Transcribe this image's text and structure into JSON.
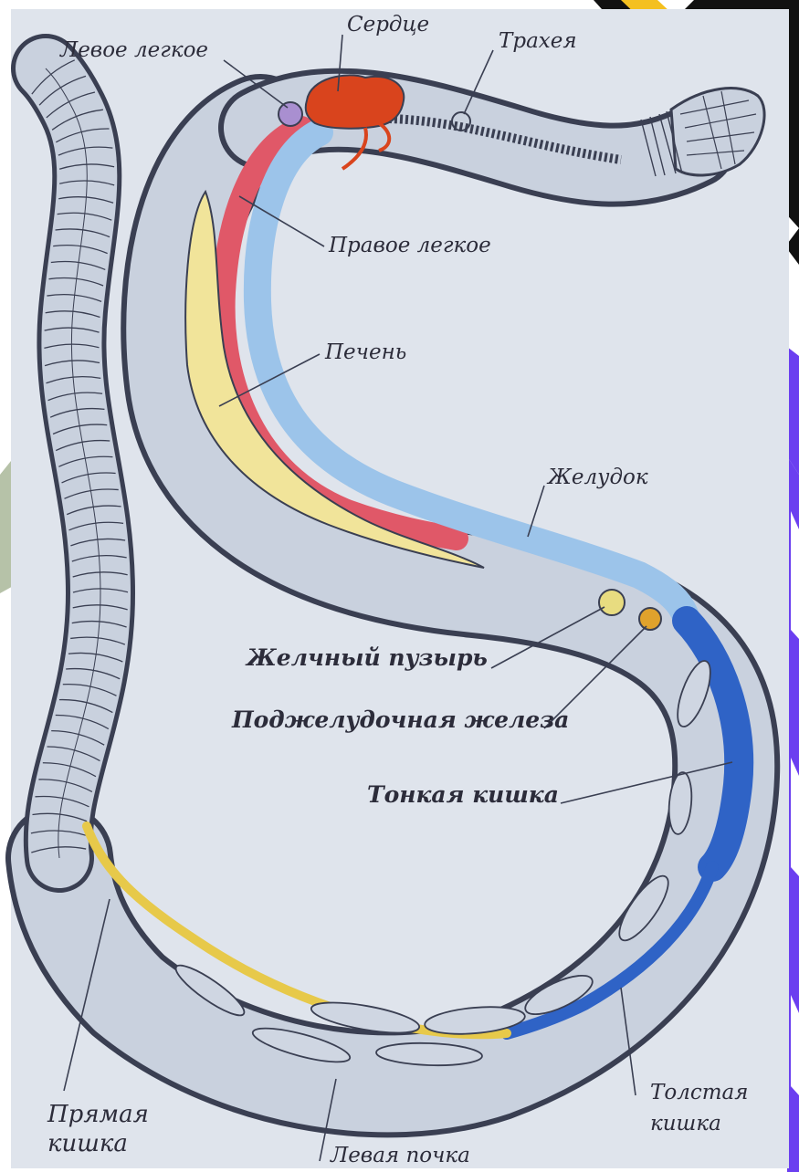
{
  "diagram": {
    "labels": {
      "left_lung": "Левое легкое",
      "heart": "Сердце",
      "trachea": "Трахея",
      "right_lung": "Правое легкое",
      "liver": "Печень",
      "stomach": "Желудок",
      "gallbladder": "Желчный пузырь",
      "pancreas": "Поджелудочная железа",
      "small_intestine": "Тонкая кишка",
      "rectum_line1": "Прямая",
      "rectum_line2": "кишка",
      "left_kidney": "Левая почка",
      "large_intestine_line1": "Толстая",
      "large_intestine_line2": "кишка"
    },
    "colors": {
      "paper": "#dfe4ec",
      "body": "#c9d1de",
      "outline": "#3a3f52",
      "heart": "#d9441d",
      "lung": "#e05868",
      "left_lung": "#a98fd0",
      "stomach": "#9cc4ea",
      "intestine": "#2f63c6",
      "liver": "#f1e49a",
      "gallbladder": "#e8dc80",
      "pancreas": "#e0a22c",
      "rectum": "#e7c94a",
      "frame": "#6b3ff0"
    }
  }
}
